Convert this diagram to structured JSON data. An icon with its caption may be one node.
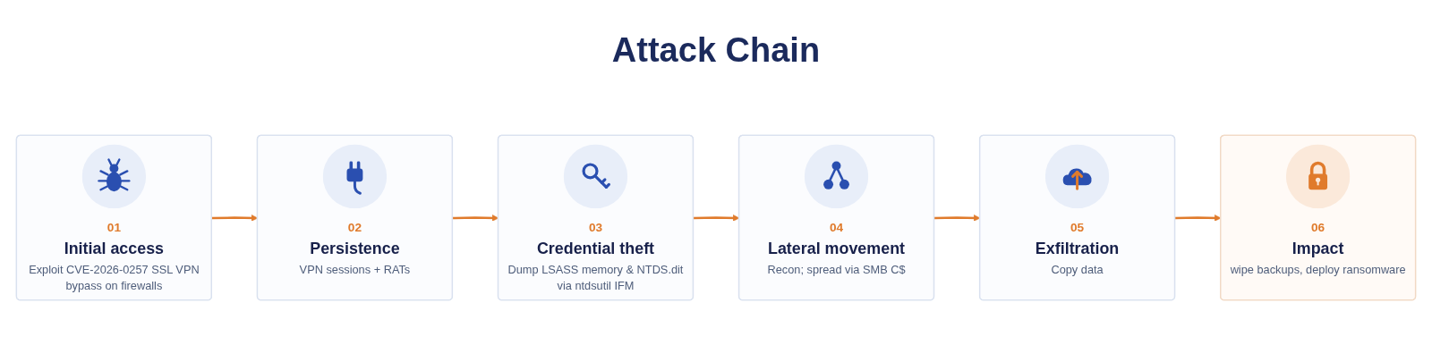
{
  "diagram": {
    "title": "Attack Chain",
    "nodes": [
      {
        "text": [
          "01",
          "Initial access",
          "Exploit CVE-2026-0257 SSL VPN bypass on firewalls"
        ]
      },
      {
        "text": [
          "02",
          "Persistence",
          "VPN sessions + RATs"
        ]
      },
      {
        "text": [
          "03",
          "Credential theft",
          "Dump LSASS memory & NTDS.dit via ntdsutil IFM"
        ]
      },
      {
        "text": [
          "04",
          "Lateral movement",
          "Recon; spread via SMB C$"
        ]
      },
      {
        "text": [
          "05",
          "Exfiltration",
          "Copy data"
        ]
      },
      {
        "text": [
          "06",
          "Impact",
          "wipe backups, deploy ransomware"
        ]
      }
    ],
    "edges": [
      {
        "from": 0,
        "to": 1,
        "arrow": "to"
      },
      {
        "from": 1,
        "to": 2,
        "arrow": "to"
      },
      {
        "from": 2,
        "to": 3,
        "arrow": "to"
      },
      {
        "from": 3,
        "to": 4,
        "arrow": "to"
      },
      {
        "from": 4,
        "to": 5,
        "arrow": "to"
      }
    ]
  }
}
